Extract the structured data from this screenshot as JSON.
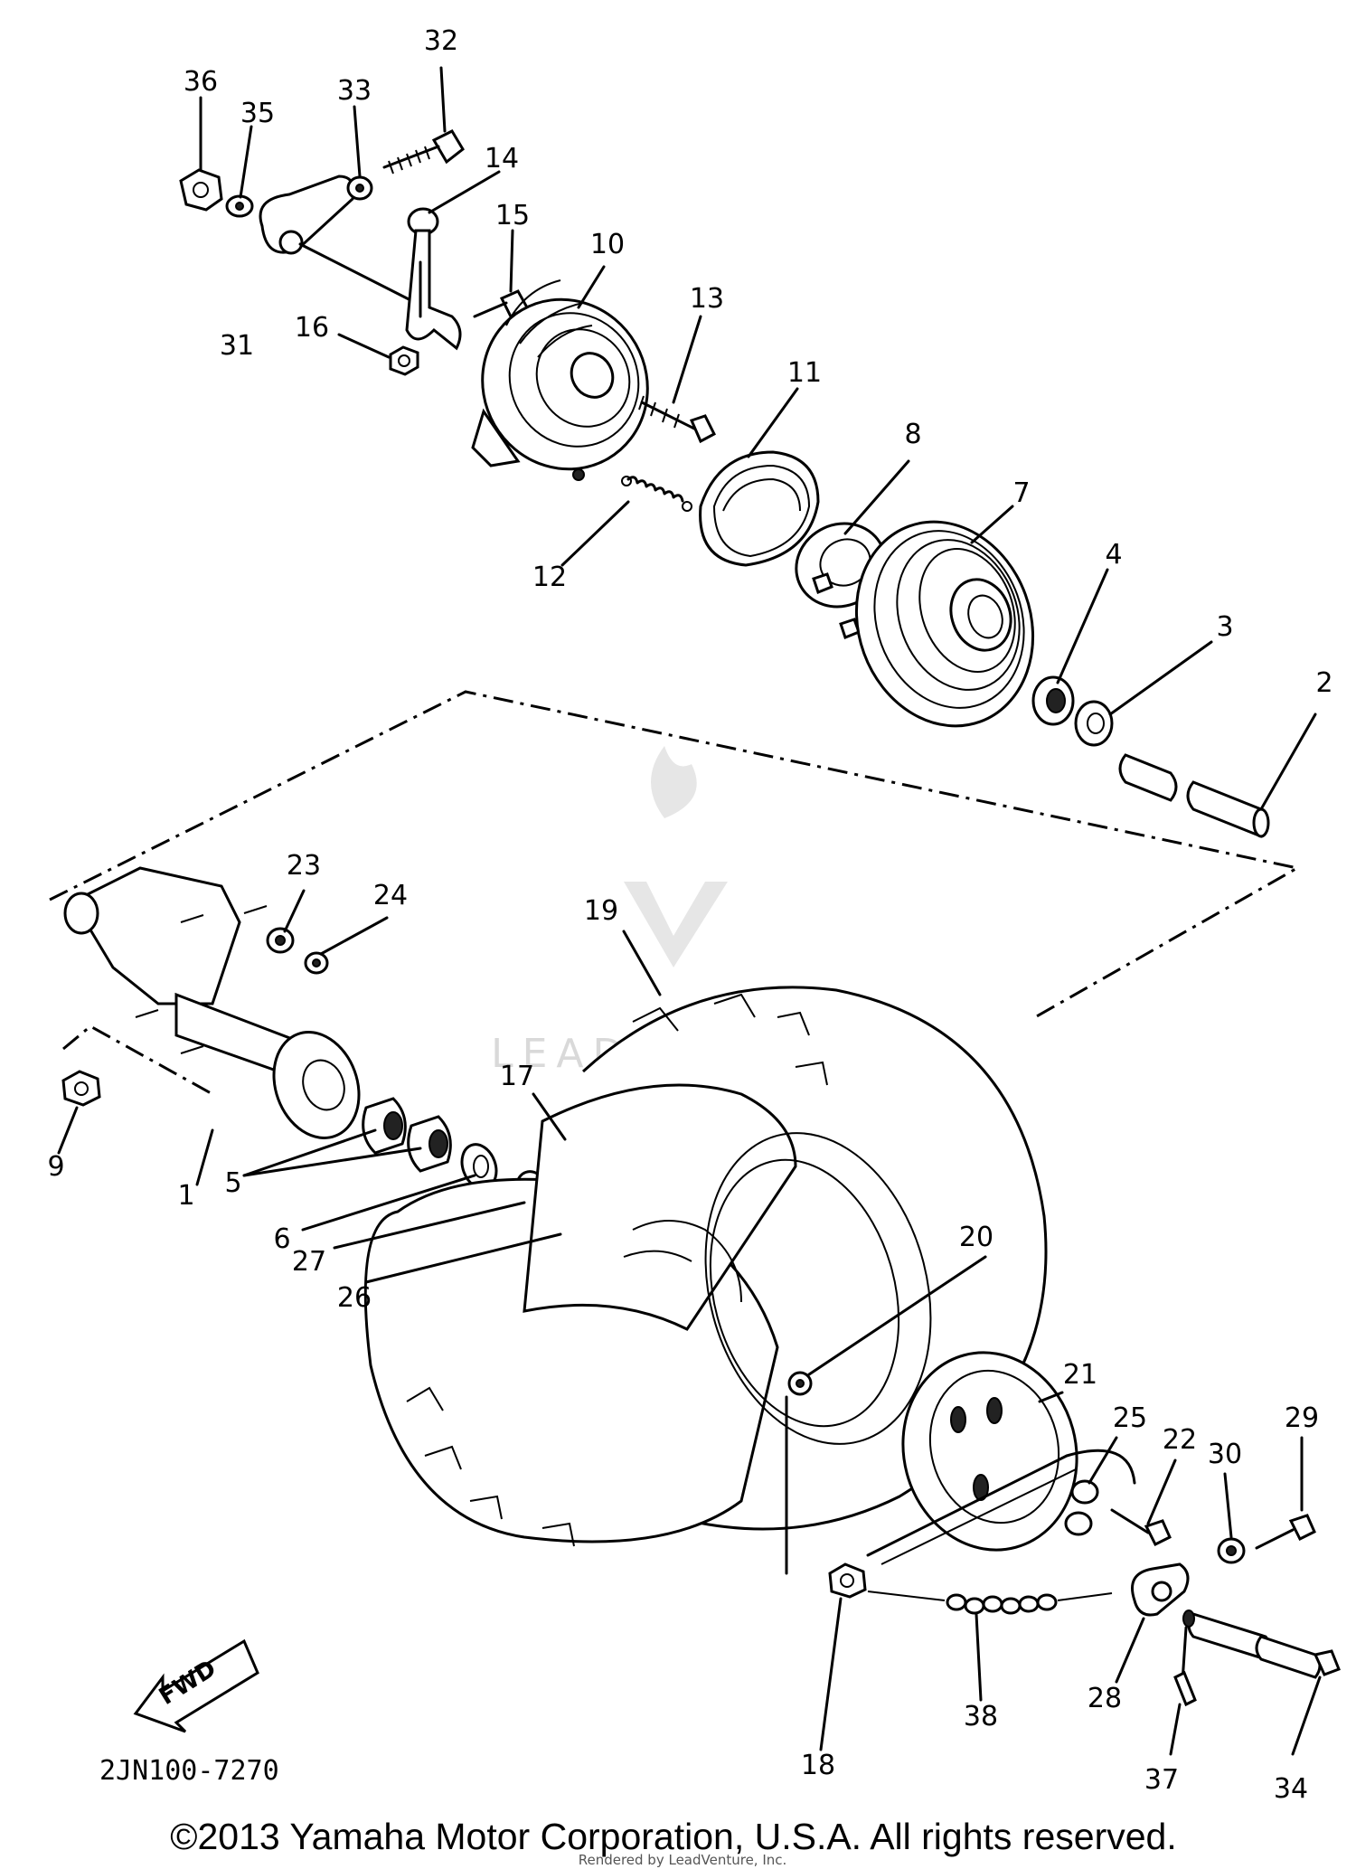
{
  "callouts": [
    {
      "id": "c1",
      "text": "1"
    },
    {
      "id": "c2",
      "text": "2"
    },
    {
      "id": "c3",
      "text": "3"
    },
    {
      "id": "c4",
      "text": "4"
    },
    {
      "id": "c5",
      "text": "5"
    },
    {
      "id": "c6",
      "text": "6"
    },
    {
      "id": "c7",
      "text": "7"
    },
    {
      "id": "c8",
      "text": "8"
    },
    {
      "id": "c9",
      "text": "9"
    },
    {
      "id": "c10",
      "text": "10"
    },
    {
      "id": "c11",
      "text": "11"
    },
    {
      "id": "c12",
      "text": "12"
    },
    {
      "id": "c13",
      "text": "13"
    },
    {
      "id": "c14",
      "text": "14"
    },
    {
      "id": "c15",
      "text": "15"
    },
    {
      "id": "c16",
      "text": "16"
    },
    {
      "id": "c17",
      "text": "17"
    },
    {
      "id": "c18",
      "text": "18"
    },
    {
      "id": "c19",
      "text": "19"
    },
    {
      "id": "c20",
      "text": "20"
    },
    {
      "id": "c21",
      "text": "21"
    },
    {
      "id": "c22",
      "text": "22"
    },
    {
      "id": "c23",
      "text": "23"
    },
    {
      "id": "c24",
      "text": "24"
    },
    {
      "id": "c25",
      "text": "25"
    },
    {
      "id": "c26",
      "text": "26"
    },
    {
      "id": "c27",
      "text": "27"
    },
    {
      "id": "c28",
      "text": "28"
    },
    {
      "id": "c29",
      "text": "29"
    },
    {
      "id": "c30",
      "text": "30"
    },
    {
      "id": "c31",
      "text": "31"
    },
    {
      "id": "c32",
      "text": "32"
    },
    {
      "id": "c33",
      "text": "33"
    },
    {
      "id": "c34",
      "text": "34"
    },
    {
      "id": "c35",
      "text": "35"
    },
    {
      "id": "c36",
      "text": "36"
    },
    {
      "id": "c37",
      "text": "37"
    },
    {
      "id": "c38",
      "text": "38"
    }
  ],
  "diagram_code": "2JN100-7270",
  "fwd_label": "FWD",
  "copyright": "©2013 Yamaha Motor Corporation, U.S.A. All rights reserved.",
  "rendered_by": "Rendered by LeadVenture, Inc.",
  "watermark": "LEADVENTURE"
}
